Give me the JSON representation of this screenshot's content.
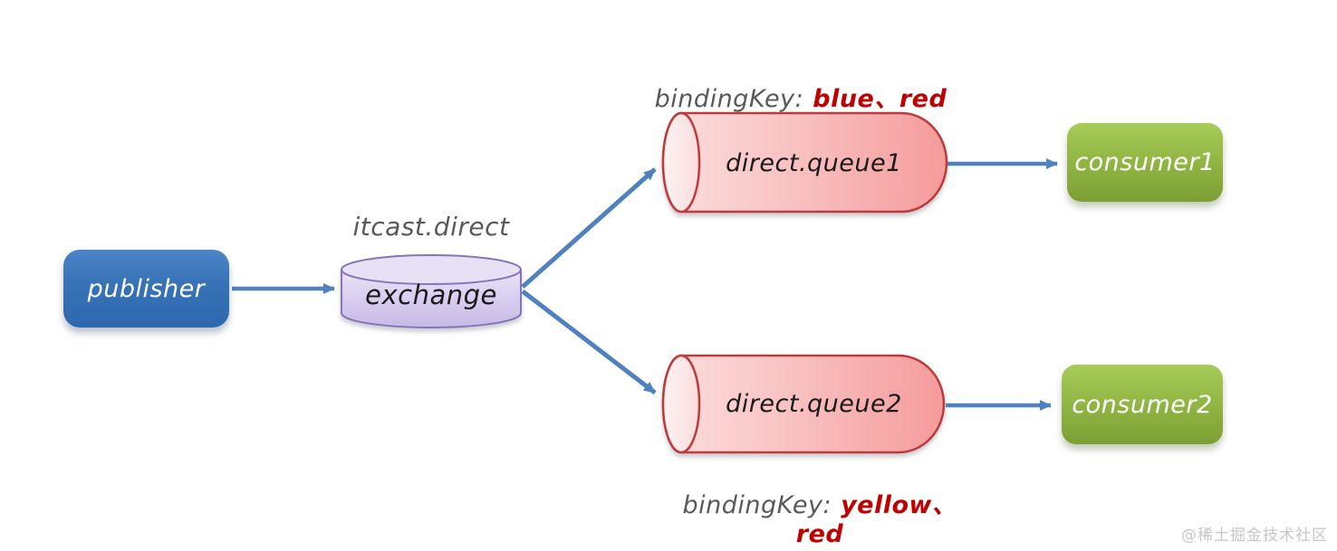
{
  "diagram": {
    "publisher": {
      "label": "publisher"
    },
    "exchange": {
      "name": "itcast.direct",
      "label": "exchange"
    },
    "queue1": {
      "label": "direct.queue1",
      "binding_key_prefix": "bindingKey:",
      "binding_key_values": "blue、red"
    },
    "queue2": {
      "label": "direct.queue2",
      "binding_key_prefix": "bindingKey:",
      "binding_key_values": "yellow、red"
    },
    "consumer1": {
      "label": "consumer1"
    },
    "consumer2": {
      "label": "consumer2"
    },
    "watermark": "@稀土掘金技术社区",
    "colors": {
      "arrow": "#4E81BD",
      "publisher_fill": "#3872B6",
      "exchange_fill": "#D6CBEE",
      "exchange_border": "#8474B8",
      "queue_fill": "#F8B9B9",
      "queue_border": "#BE3B3B",
      "consumer_fill": "#8FB342",
      "binding_key_text": "#595959",
      "binding_key_highlight": "#C00000",
      "label_text": "#1A1A1A"
    }
  }
}
